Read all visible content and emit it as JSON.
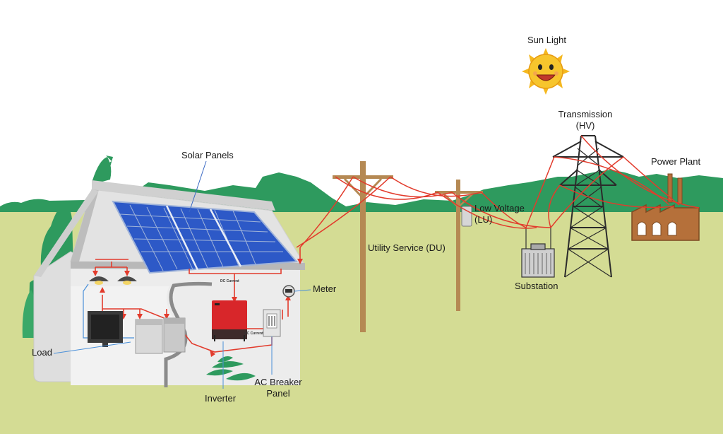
{
  "labels": {
    "sun_light": "Sun Light",
    "transmission": "Transmission\n(HV)",
    "power_plant": "Power Plant",
    "solar_panels": "Solar Panels",
    "low_voltage": "Low Voltage\n(LU)",
    "utility_service": "Utility Service (DU)",
    "substation": "Substation",
    "meter": "Meter",
    "load": "Load",
    "inverter": "Inverter",
    "ac_breaker_panel": "AC Breaker\nPanel",
    "dc_current": "DC Current",
    "ac_current": "AC Current"
  },
  "colors": {
    "sky": "#ffffff",
    "ground": "#d4dc94",
    "hills": "#2e9a5e",
    "wire": "#e23b2c",
    "panel": "#2d59c7",
    "sun": "#f5b81f",
    "plant": "#b5703a",
    "house_wall": "#ececec",
    "inverter": "#d8262a"
  }
}
